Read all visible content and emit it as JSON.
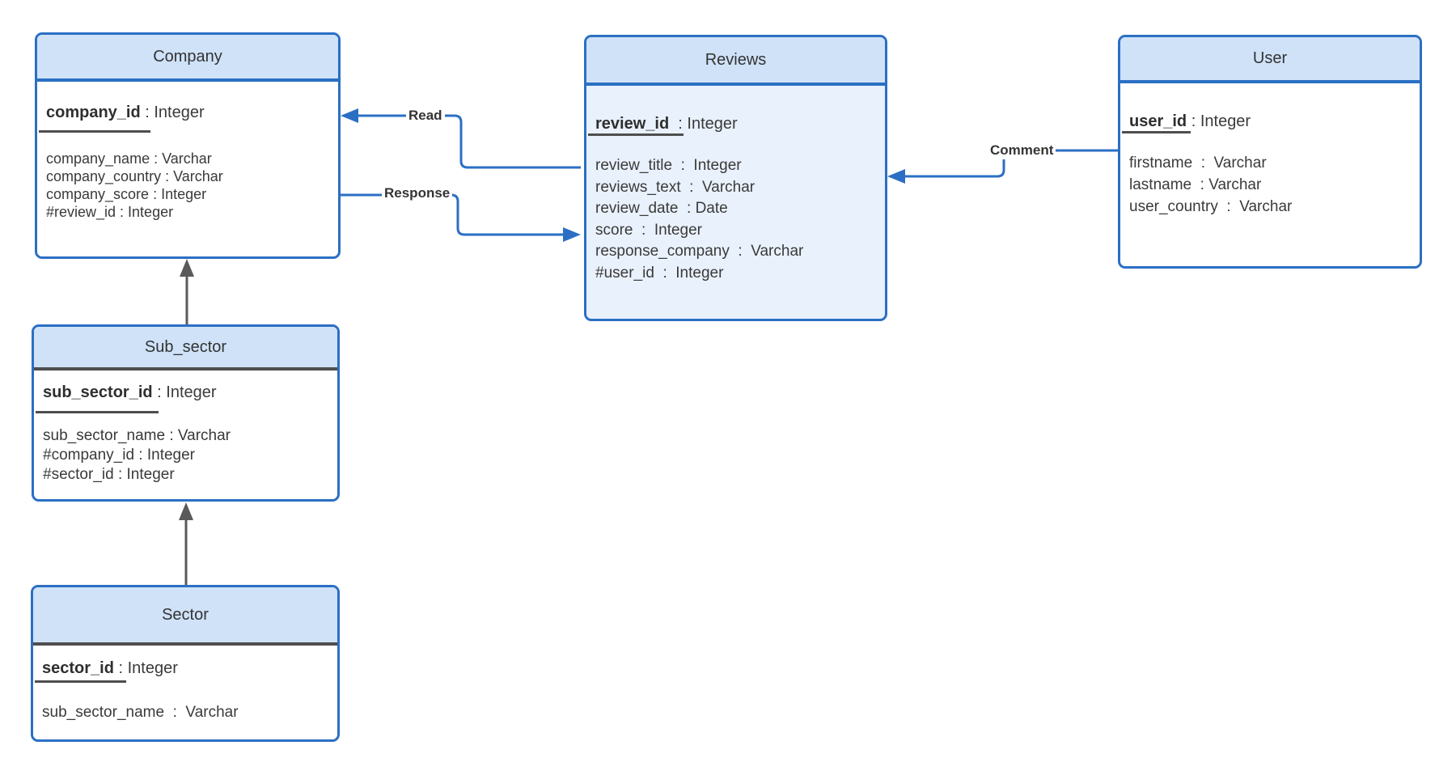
{
  "colors": {
    "entity_border": "#2b6fc4",
    "entity_header_fill": "#cfe2f8",
    "entity_body_fill": "#ffffff",
    "reviews_body_fill": "#e9f1fc",
    "connector_blue": "#2b6fc4",
    "connector_gray": "#5a5a5a",
    "pk_underline": "#4e4e4e",
    "text_color": "#3a3a3a"
  },
  "entities": [
    {
      "title": "Company",
      "pk_name": "company_id",
      "pk_sep": " : ",
      "pk_type": "Integer",
      "attributes": [
        "company_name : Varchar",
        "company_country : Varchar",
        "company_score : Integer",
        "#review_id : Integer"
      ]
    },
    {
      "title": "Reviews",
      "pk_name": "review_id ",
      "pk_sep": " : ",
      "pk_type": "Integer",
      "attributes": [
        "review_title  :  Integer",
        "reviews_text  :  Varchar",
        "review_date  : Date",
        "score  :  Integer",
        "response_company  :  Varchar",
        "#user_id  :  Integer"
      ]
    },
    {
      "title": "User",
      "pk_name": "user_id",
      "pk_sep": " : ",
      "pk_type": "Integer",
      "attributes": [
        "firstname  :  Varchar",
        "lastname  : Varchar",
        "user_country  :  Varchar"
      ]
    },
    {
      "title": "Sub_sector",
      "pk_name": "sub_sector_id",
      "pk_sep": " : ",
      "pk_type": "Integer",
      "attributes": [
        "sub_sector_name : Varchar",
        "#company_id : Integer",
        "#sector_id : Integer"
      ]
    },
    {
      "title": "Sector",
      "pk_name": "sector_id",
      "pk_sep": " : ",
      "pk_type": "Integer",
      "attributes": [
        "sub_sector_name  :  Varchar"
      ]
    }
  ],
  "relationships": [
    {
      "label": "Read"
    },
    {
      "label": "Response"
    },
    {
      "label": "Comment"
    }
  ]
}
